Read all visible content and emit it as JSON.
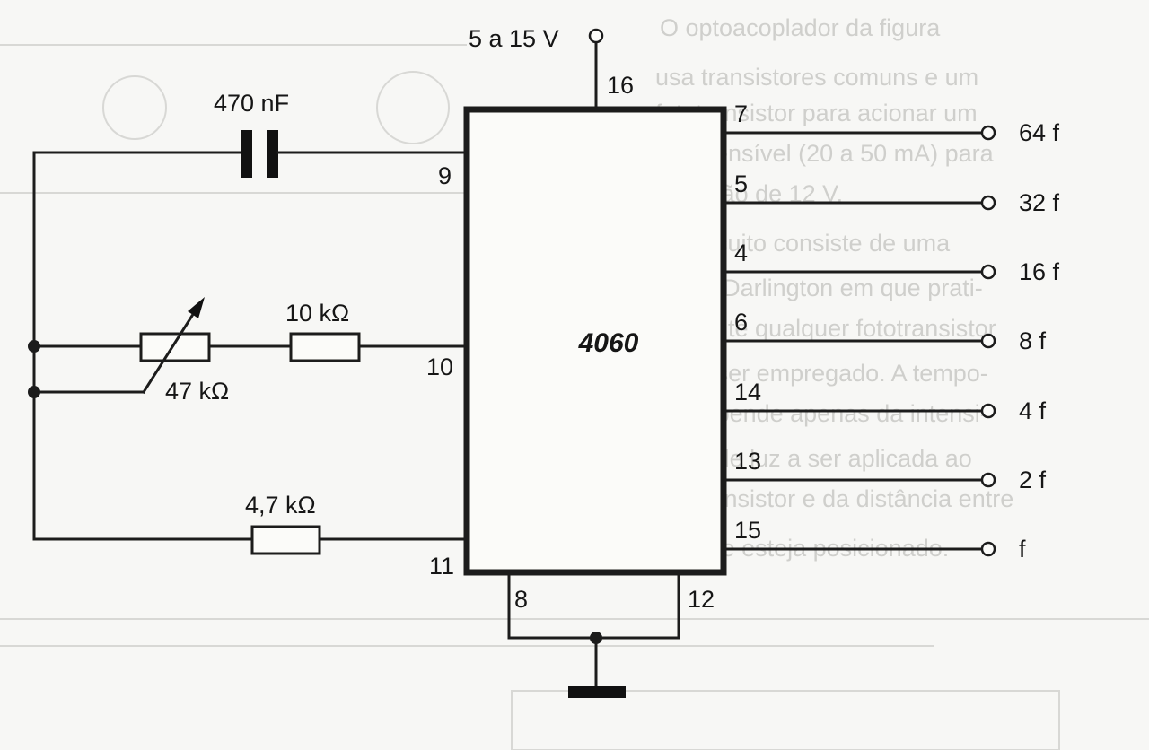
{
  "supply": {
    "label": "5 a 15 V",
    "pin": "16"
  },
  "ic": {
    "name": "4060"
  },
  "components": {
    "capacitor": "470 nF",
    "potentiometer": "47 kΩ",
    "resistor_10k": "10 kΩ",
    "resistor_4k7": "4,7 kΩ"
  },
  "input_pins": {
    "pin9": "9",
    "pin10": "10",
    "pin11": "11"
  },
  "ground_pins": {
    "pin8": "8",
    "pin12": "12"
  },
  "outputs": [
    {
      "pin": "7",
      "label": "64 f"
    },
    {
      "pin": "5",
      "label": "32 f"
    },
    {
      "pin": "4",
      "label": "16 f"
    },
    {
      "pin": "6",
      "label": "8 f"
    },
    {
      "pin": "14",
      "label": "4 f"
    },
    {
      "pin": "13",
      "label": "2 f"
    },
    {
      "pin": "15",
      "label": "f"
    }
  ]
}
